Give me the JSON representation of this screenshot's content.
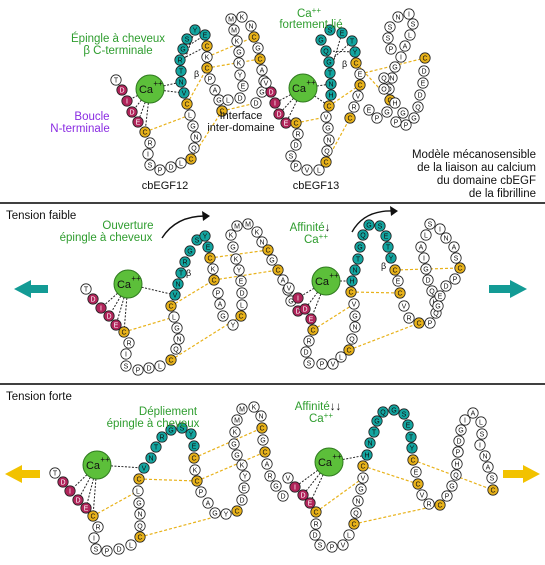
{
  "panel_top": {
    "hairpin_label_line1": "Épingle à cheveux",
    "hairpin_label_line2": "β C-terminale",
    "loop_label_line1": "Boucle",
    "loop_label_line2": "N-terminale",
    "ca_bound_line1": "Ca",
    "ca_bound_sup": "++",
    "ca_bound_line2": "fortement lié",
    "interface_line1": "Interface",
    "interface_line2": "inter-domaine",
    "domain1": "cbEGF12",
    "domain2": "cbEGF13",
    "model_line1": "Modèle mécanosensible",
    "model_line2": "de la liaison au calcium",
    "model_line3": "du domaine cbEGF",
    "model_line4": "de la fibrilline"
  },
  "panel_mid": {
    "title": "Tension faible",
    "open_line1": "Ouverture",
    "open_line2": "épingle à cheveux",
    "affinity_line1": "Affinité",
    "affinity_arrow": "↓",
    "affinity_line2": "Ca",
    "affinity_sup": "++"
  },
  "panel_bot": {
    "title": "Tension forte",
    "unfold_line1": "Dépliement",
    "unfold_line2": "épingle à cheveux",
    "affinity_line1": "Affinité",
    "affinity_arrow": "↓↓",
    "affinity_line2": "Ca",
    "affinity_sup": "++"
  },
  "ion": {
    "label": "Ca",
    "sup": "++"
  },
  "beta_symbol": "β",
  "colors": {
    "teal": "#13a5a0",
    "gold": "#e8b21a",
    "magenta": "#b0245a",
    "green_ion": "#5cbf3a",
    "green_text": "#2f9d2f",
    "purple_text": "#8a2be2",
    "teal_arrow": "#139b95",
    "yellow_arrow": "#f2c200",
    "white_res": "#ffffff"
  }
}
